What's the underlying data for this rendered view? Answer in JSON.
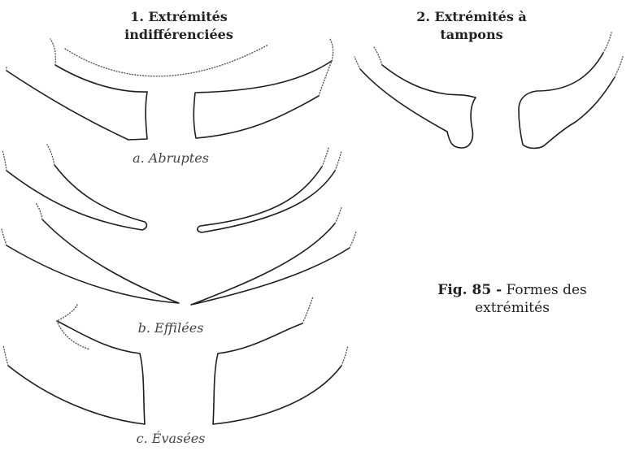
{
  "section1": {
    "title_line1": "1. Extrémités",
    "title_line2": "indifférenciées"
  },
  "section2": {
    "title_line1": "2. Extrémités à",
    "title_line2": "tampons"
  },
  "variants": {
    "a": "a. Abruptes",
    "b": "b. Effilées",
    "c": "c. Évasées"
  },
  "caption": {
    "fig_label": "Fig. 85 -",
    "text_line1": " Formes des",
    "text_line2": "extrémités"
  }
}
